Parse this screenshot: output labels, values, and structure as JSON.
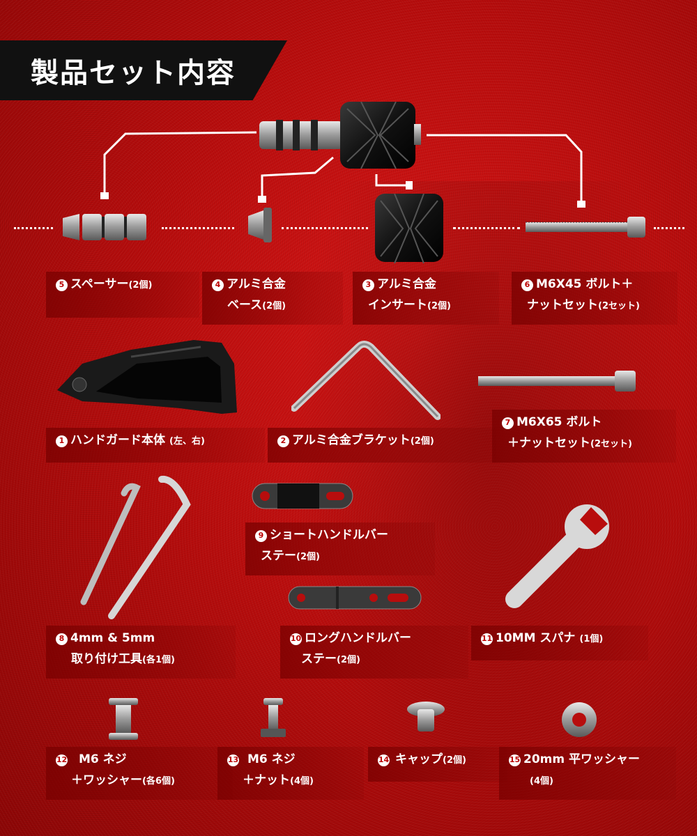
{
  "title": "製品セット内容",
  "items": [
    {
      "num": "5",
      "line1": "スペーサー",
      "qty1": "(2個)",
      "line2": "",
      "qty2": ""
    },
    {
      "num": "4",
      "line1": "アルミ合金",
      "qty1": "",
      "line2": "ベース",
      "qty2": "(2個)"
    },
    {
      "num": "3",
      "line1": "アルミ合金",
      "qty1": "",
      "line2": "インサート",
      "qty2": "(2個)"
    },
    {
      "num": "6",
      "line1": "M6X45 ボルト＋",
      "qty1": "",
      "line2": "ナットセット",
      "qty2": "(2セット)"
    },
    {
      "num": "1",
      "line1": "ハンドガード本体",
      "qty1": "(左、右)",
      "line2": "",
      "qty2": ""
    },
    {
      "num": "2",
      "line1": "アルミ合金ブラケット",
      "qty1": "(2個)",
      "line2": "",
      "qty2": ""
    },
    {
      "num": "7",
      "line1": "M6X65 ボルト",
      "qty1": "",
      "line2": "＋ナットセット",
      "qty2": "(2セット)"
    },
    {
      "num": "9",
      "line1": "ショートハンドルバー",
      "qty1": "",
      "line2": "ステー",
      "qty2": "(2個)"
    },
    {
      "num": "8",
      "line1": "4mm & 5mm",
      "qty1": "",
      "line2": "取り付け工具",
      "qty2": "(各1個)"
    },
    {
      "num": "10",
      "line1": "ロングハンドルバー",
      "qty1": "",
      "line2": "ステー",
      "qty2": "(2個)"
    },
    {
      "num": "11",
      "line1": "10MM スパナ",
      "qty1": "(1個)",
      "line2": "",
      "qty2": ""
    },
    {
      "num": "12",
      "line1": "M6 ネジ",
      "qty1": "",
      "line2": "＋ワッシャー",
      "qty2": "(各6個)"
    },
    {
      "num": "13",
      "line1": "M6 ネジ",
      "qty1": "",
      "line2": "＋ナット",
      "qty2": "(4個)"
    },
    {
      "num": "14",
      "line1": "キャップ",
      "qty1": "(2個)",
      "line2": "",
      "qty2": ""
    },
    {
      "num": "15",
      "line1": "20mm 平ワッシャー",
      "qty1": "",
      "line2": "(4個)",
      "qty2": ""
    }
  ]
}
